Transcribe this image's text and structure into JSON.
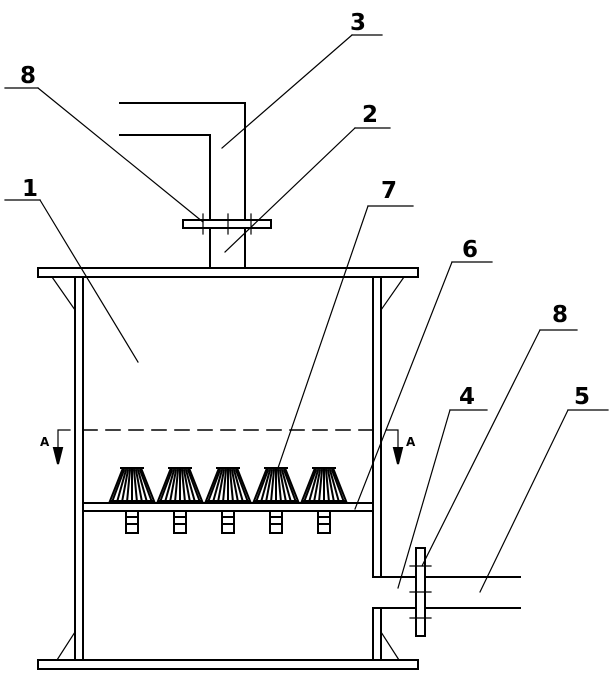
{
  "callouts": [
    {
      "id": "c1",
      "label": "1"
    },
    {
      "id": "c2",
      "label": "2"
    },
    {
      "id": "c3",
      "label": "3"
    },
    {
      "id": "c4",
      "label": "4"
    },
    {
      "id": "c5",
      "label": "5"
    },
    {
      "id": "c6",
      "label": "6"
    },
    {
      "id": "c7",
      "label": "7"
    },
    {
      "id": "c8a",
      "label": "8"
    },
    {
      "id": "c8b",
      "label": "8"
    }
  ],
  "section_marks": {
    "left": "A",
    "right": "A"
  },
  "nozzle_count": 5,
  "colors": {
    "line": "#000000",
    "background": "#ffffff"
  }
}
